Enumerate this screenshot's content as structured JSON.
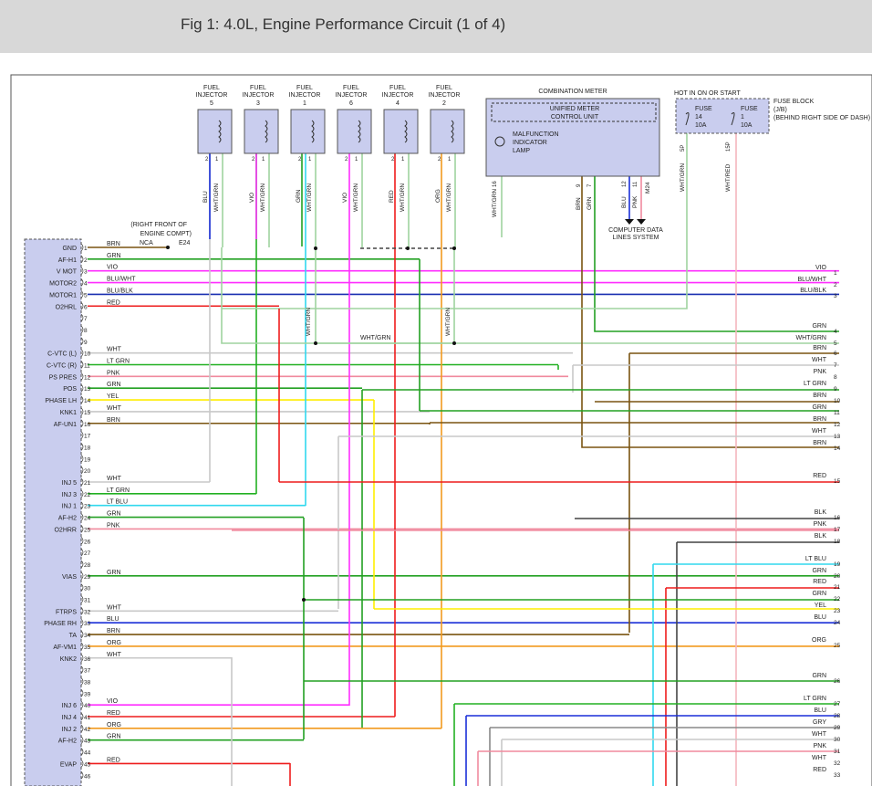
{
  "title": "Fig 1: 4.0L, Engine Performance Circuit (1 of 4)",
  "colors": {
    "BRN": "#7a5410",
    "GRN": "#22a022",
    "VIO": "#ff2eff",
    "BLU/WHT": "#ff2eff",
    "BLU/BLK": "#1a2fb0",
    "RED": "#ee1c1c",
    "WHT": "#c8c8c8",
    "LT GRN": "#22b022",
    "PNK": "#f08a9e",
    "YEL": "#ffee00",
    "LT BLU": "#30d8ee",
    "ORG": "#f29a1e",
    "BLU": "#1a2fd8",
    "GRY": "#888888",
    "BLK": "#444444",
    "WHT/GRN": "#9fd49f",
    "WHT/RED": "#f3b5bd"
  },
  "injectors": [
    {
      "label": "FUEL INJECTOR",
      "num": "5",
      "wire_a": "BLU",
      "wire_b": "WHT/GRN"
    },
    {
      "label": "FUEL INJECTOR",
      "num": "3",
      "wire_a": "VIO",
      "wire_b": "WHT/GRN"
    },
    {
      "label": "FUEL INJECTOR",
      "num": "1",
      "wire_a": "GRN",
      "wire_b": "WHT/GRN"
    },
    {
      "label": "FUEL INJECTOR",
      "num": "6",
      "wire_a": "VIO",
      "wire_b": "WHT/GRN"
    },
    {
      "label": "FUEL INJECTOR",
      "num": "4",
      "wire_a": "RED",
      "wire_b": "WHT/GRN"
    },
    {
      "label": "FUEL INJECTOR",
      "num": "2",
      "wire_a": "ORG",
      "wire_b": "WHT/GRN"
    }
  ],
  "injector_pin_a": "2",
  "injector_pin_b": "1",
  "combination_meter": {
    "title": "COMBINATION METER",
    "unit": "UNIFIED METER CONTROL UNIT",
    "lamp": "MALFUNCTION INDICATOR LAMP",
    "pins": [
      {
        "num": "16",
        "wire": "WHT/GRN"
      },
      {
        "num": "9",
        "wire": "BRN"
      },
      {
        "num": "7",
        "wire": "GRN"
      },
      {
        "num": "12",
        "wire": "BLU"
      },
      {
        "num": "11",
        "wire": "PNK"
      }
    ],
    "conn": "M24",
    "data_lines": "COMPUTER DATA LINES SYSTEM"
  },
  "fuse_block": {
    "hot": "HOT IN ON OR START",
    "fuse_a": {
      "name": "FUSE",
      "num": "14",
      "amps": "10A",
      "pin": "5P",
      "wire": "WHT/GRN"
    },
    "fuse_b": {
      "name": "FUSE",
      "num": "1",
      "amps": "10A",
      "pin": "15P",
      "wire": "WHT/RED"
    },
    "label": "FUSE BLOCK (J/B) (BEHIND RIGHT SIDE OF DASH)"
  },
  "splice_note": "(RIGHT FRONT OF ENGINE COMPT)",
  "splice_nca": "NCA",
  "splice_conn": "E24",
  "wht_grn_bus": "WHT/GRN",
  "ecm_pins": [
    {
      "pin": "1",
      "label": "GND",
      "wire": "BRN"
    },
    {
      "pin": "2",
      "label": "AF-H1",
      "wire": "GRN"
    },
    {
      "pin": "3",
      "label": "V MOT",
      "wire": "VIO"
    },
    {
      "pin": "4",
      "label": "MOTOR2",
      "wire": "BLU/WHT"
    },
    {
      "pin": "5",
      "label": "MOTOR1",
      "wire": "BLU/BLK"
    },
    {
      "pin": "6",
      "label": "O2HRL",
      "wire": "RED"
    },
    {
      "pin": "7",
      "label": "",
      "wire": ""
    },
    {
      "pin": "8",
      "label": "",
      "wire": ""
    },
    {
      "pin": "9",
      "label": "",
      "wire": ""
    },
    {
      "pin": "10",
      "label": "C-VTC (L)",
      "wire": "WHT"
    },
    {
      "pin": "11",
      "label": "C-VTC (R)",
      "wire": "LT GRN"
    },
    {
      "pin": "12",
      "label": "PS PRES",
      "wire": "PNK"
    },
    {
      "pin": "13",
      "label": "POS",
      "wire": "GRN"
    },
    {
      "pin": "14",
      "label": "PHASE LH",
      "wire": "YEL"
    },
    {
      "pin": "15",
      "label": "KNK1",
      "wire": "WHT"
    },
    {
      "pin": "16",
      "label": "AF-UN1",
      "wire": "BRN"
    },
    {
      "pin": "17",
      "label": "",
      "wire": ""
    },
    {
      "pin": "18",
      "label": "",
      "wire": ""
    },
    {
      "pin": "19",
      "label": "",
      "wire": ""
    },
    {
      "pin": "20",
      "label": "",
      "wire": ""
    },
    {
      "pin": "21",
      "label": "INJ 5",
      "wire": "WHT"
    },
    {
      "pin": "22",
      "label": "INJ 3",
      "wire": "LT GRN"
    },
    {
      "pin": "23",
      "label": "INJ 1",
      "wire": "LT BLU"
    },
    {
      "pin": "24",
      "label": "AF-H2",
      "wire": "GRN"
    },
    {
      "pin": "25",
      "label": "O2HRR",
      "wire": "PNK"
    },
    {
      "pin": "26",
      "label": "",
      "wire": ""
    },
    {
      "pin": "27",
      "label": "",
      "wire": ""
    },
    {
      "pin": "28",
      "label": "",
      "wire": ""
    },
    {
      "pin": "29",
      "label": "VIAS",
      "wire": "GRN"
    },
    {
      "pin": "30",
      "label": "",
      "wire": ""
    },
    {
      "pin": "31",
      "label": "",
      "wire": ""
    },
    {
      "pin": "32",
      "label": "FTRPS",
      "wire": "WHT"
    },
    {
      "pin": "33",
      "label": "PHASE RH",
      "wire": "BLU"
    },
    {
      "pin": "34",
      "label": "TA",
      "wire": "BRN"
    },
    {
      "pin": "35",
      "label": "AF-VM1",
      "wire": "ORG"
    },
    {
      "pin": "36",
      "label": "KNK2",
      "wire": "WHT"
    },
    {
      "pin": "37",
      "label": "",
      "wire": ""
    },
    {
      "pin": "38",
      "label": "",
      "wire": ""
    },
    {
      "pin": "39",
      "label": "",
      "wire": ""
    },
    {
      "pin": "40",
      "label": "INJ 6",
      "wire": "VIO"
    },
    {
      "pin": "41",
      "label": "INJ 4",
      "wire": "RED"
    },
    {
      "pin": "42",
      "label": "INJ 2",
      "wire": "ORG"
    },
    {
      "pin": "43",
      "label": "AF-H2",
      "wire": "GRN"
    },
    {
      "pin": "44",
      "label": "",
      "wire": ""
    },
    {
      "pin": "45",
      "label": "EVAP",
      "wire": "RED"
    },
    {
      "pin": "46",
      "label": "",
      "wire": ""
    }
  ],
  "right_refs": [
    {
      "num": "1",
      "wire": "VIO"
    },
    {
      "num": "",
      "wire": "BLU/WHT"
    },
    {
      "num": "2",
      "wire": ""
    },
    {
      "num": "",
      "wire": "BLU/BLK"
    },
    {
      "num": "3",
      "wire": ""
    },
    {
      "num": "",
      "wire": "GRN"
    },
    {
      "num": "4",
      "wire": ""
    },
    {
      "num": "",
      "wire": "WHT/GRN"
    },
    {
      "num": "5",
      "wire": ""
    },
    {
      "num": "",
      "wire": "BRN"
    },
    {
      "num": "6",
      "wire": ""
    },
    {
      "num": "",
      "wire": "WHT"
    },
    {
      "num": "7",
      "wire": ""
    },
    {
      "num": "",
      "wire": "PNK"
    },
    {
      "num": "8",
      "wire": ""
    },
    {
      "num": "",
      "wire": "LT GRN"
    },
    {
      "num": "9",
      "wire": ""
    },
    {
      "num": "",
      "wire": "BRN"
    },
    {
      "num": "10",
      "wire": ""
    },
    {
      "num": "",
      "wire": "GRN"
    },
    {
      "num": "11",
      "wire": ""
    },
    {
      "num": "",
      "wire": "BRN"
    },
    {
      "num": "12",
      "wire": ""
    },
    {
      "num": "",
      "wire": "WHT"
    },
    {
      "num": "13",
      "wire": ""
    },
    {
      "num": "",
      "wire": "BRN"
    },
    {
      "num": "14",
      "wire": ""
    },
    {
      "num": "",
      "wire": "RED"
    },
    {
      "num": "15",
      "wire": ""
    },
    {
      "num": "",
      "wire": "BLK"
    },
    {
      "num": "16",
      "wire": ""
    },
    {
      "num": "",
      "wire": "PNK"
    },
    {
      "num": "17",
      "wire": ""
    },
    {
      "num": "",
      "wire": "BLK"
    },
    {
      "num": "18",
      "wire": ""
    },
    {
      "num": "",
      "wire": "LT BLU"
    },
    {
      "num": "19",
      "wire": ""
    },
    {
      "num": "",
      "wire": "GRN"
    },
    {
      "num": "20",
      "wire": ""
    },
    {
      "num": "",
      "wire": "RED"
    },
    {
      "num": "21",
      "wire": ""
    },
    {
      "num": "",
      "wire": "GRN"
    },
    {
      "num": "22",
      "wire": ""
    },
    {
      "num": "",
      "wire": "YEL"
    },
    {
      "num": "23",
      "wire": ""
    },
    {
      "num": "",
      "wire": "BLU"
    },
    {
      "num": "24",
      "wire": ""
    },
    {
      "num": "",
      "wire": "ORG"
    },
    {
      "num": "25",
      "wire": ""
    },
    {
      "num": "",
      "wire": "GRN"
    },
    {
      "num": "26",
      "wire": ""
    },
    {
      "num": "",
      "wire": "LT GRN"
    },
    {
      "num": "27",
      "wire": ""
    },
    {
      "num": "",
      "wire": "BLU"
    },
    {
      "num": "28",
      "wire": ""
    },
    {
      "num": "",
      "wire": "GRY"
    },
    {
      "num": "29",
      "wire": ""
    },
    {
      "num": "",
      "wire": "WHT"
    },
    {
      "num": "30",
      "wire": ""
    },
    {
      "num": "",
      "wire": "PNK"
    },
    {
      "num": "31",
      "wire": ""
    },
    {
      "num": "",
      "wire": "WHT"
    },
    {
      "num": "32",
      "wire": ""
    },
    {
      "num": "",
      "wire": "RED"
    },
    {
      "num": "33",
      "wire": ""
    }
  ]
}
